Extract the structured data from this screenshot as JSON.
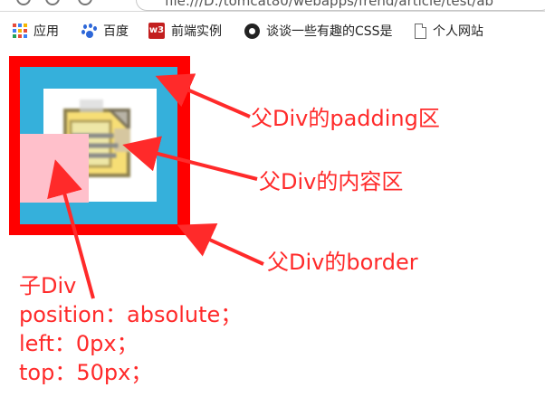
{
  "browser": {
    "partial_url": "file:///D:/tomcat80/webapps/frend/article/test/ab",
    "bookmarks": [
      {
        "label": "应用",
        "icon": "apps-grid-icon"
      },
      {
        "label": "百度",
        "icon": "baidu-paw-icon"
      },
      {
        "label": "前端实例",
        "icon": "w3-icon"
      },
      {
        "label": "谈谈一些有趣的CSS是",
        "icon": "github-icon"
      },
      {
        "label": "个人网站",
        "icon": "document-icon"
      }
    ]
  },
  "diagram": {
    "annotations": {
      "padding": "父Div的padding区",
      "content": "父Div的内容区",
      "border": "父Div的border",
      "child": [
        "子Div",
        "position：absolute；",
        "left：0px；",
        "top：50px；"
      ]
    },
    "colors": {
      "border": "#ff0000",
      "padding": "#35b0db",
      "content": "#ffffff",
      "child": "#ffc0cb",
      "annotation": "#ff2a2a"
    },
    "icon": "notepad-icon"
  }
}
